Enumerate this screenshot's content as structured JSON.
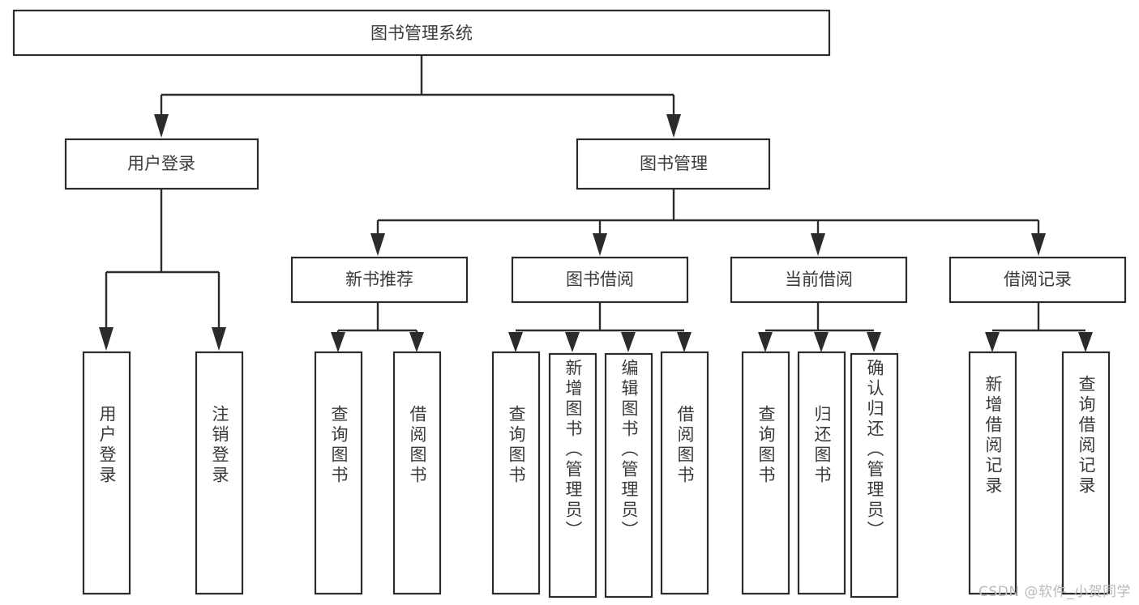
{
  "diagram": {
    "type": "tree",
    "title": "图书管理系统",
    "root": {
      "label": "图书管理系统"
    },
    "level2": [
      {
        "label": "用户登录"
      },
      {
        "label": "图书管理"
      }
    ],
    "level3": [
      {
        "label": "新书推荐"
      },
      {
        "label": "图书借阅"
      },
      {
        "label": "当前借阅"
      },
      {
        "label": "借阅记录"
      }
    ],
    "leaves": {
      "user_login": [
        {
          "label": "用户登录"
        },
        {
          "label": "注销登录"
        }
      ],
      "new_book_recommend": [
        {
          "label": "查询图书"
        },
        {
          "label": "借阅图书"
        }
      ],
      "book_borrow": [
        {
          "label": "查询图书"
        },
        {
          "label": "新增图书（管理员）"
        },
        {
          "label": "编辑图书（管理员）"
        },
        {
          "label": "借阅图书"
        }
      ],
      "current_borrow": [
        {
          "label": "查询图书"
        },
        {
          "label": "归还图书"
        },
        {
          "label": "确认归还（管理员）"
        }
      ],
      "borrow_record": [
        {
          "label": "新增借阅记录"
        },
        {
          "label": "查询借阅记录"
        }
      ]
    }
  },
  "watermark": {
    "text": "CSDN @软件_小贺同学"
  },
  "colors": {
    "box_stroke": "#2b2b2b",
    "box_fill": "#ffffff",
    "text": "#3a3a3a",
    "connector": "#2b2b2b",
    "watermark": "#b9b9b9",
    "background": "#ffffff"
  }
}
